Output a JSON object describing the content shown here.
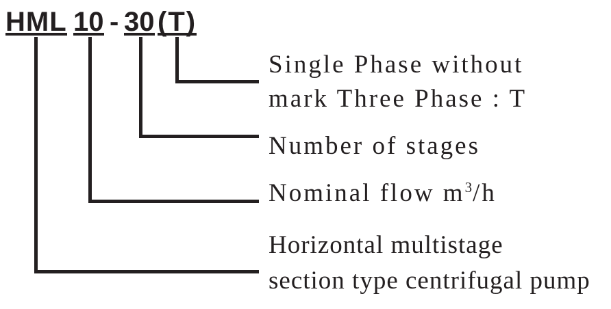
{
  "model_code": {
    "series": "HML",
    "flow": "10",
    "separator": "-",
    "stages": "30",
    "phase": "(T)"
  },
  "callouts": {
    "phase": {
      "line1": "Single Phase without",
      "line2": "mark Three Phase : T"
    },
    "stages": {
      "line1": "Number of stages"
    },
    "flow": {
      "pre": "Nominal flow m",
      "sup": "3",
      "post": "/h"
    },
    "series": {
      "line1": "Horizontal multistage",
      "line2": "section type centrifugal pump"
    }
  },
  "colors": {
    "ink": "#231f20",
    "background": "#ffffff"
  }
}
